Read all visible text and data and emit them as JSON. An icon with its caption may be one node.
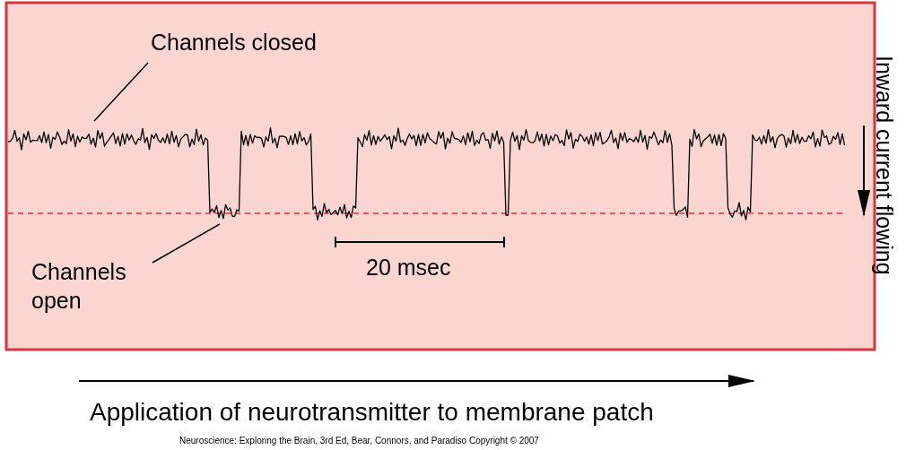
{
  "diagram": {
    "caption": "Neuroscience: Exploring the Brain, 3rd Ed, Bear, Connors, and Paradiso Copyright © 2007",
    "nodes": [
      {
        "text": [
          "Channels closed"
        ]
      },
      {
        "text": [
          "Channels open"
        ]
      },
      {
        "text": [],
        "shape": "picture"
      }
    ],
    "edges": [
      {
        "from": 0,
        "to": 2,
        "arrow": "none"
      },
      {
        "from": 1,
        "to": 2,
        "arrow": "none"
      }
    ],
    "labels": [
      "20 msec",
      "Inward current flowing",
      "Application of neurotransmitter to membrane patch"
    ]
  }
}
